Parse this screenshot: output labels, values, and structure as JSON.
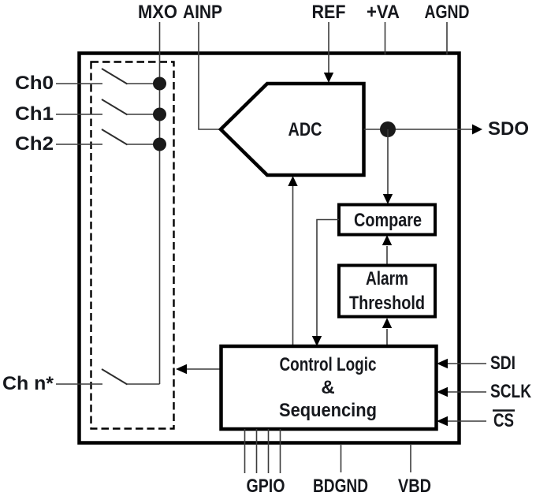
{
  "diagram_type": "adc-functional-block-diagram",
  "colors": {
    "background": "#ffffff",
    "line": "#3c3c3c",
    "block_border": "#000000",
    "text": "#16181d"
  },
  "pins": {
    "mxo": "MXO",
    "ainp": "AINP",
    "ref": "REF",
    "va": "+VA",
    "agnd": "AGND",
    "ch0": "Ch0",
    "ch1": "Ch1",
    "ch2": "Ch2",
    "chn": "Ch n*",
    "sdo": "SDO",
    "sdi": "SDI",
    "sclk": "SCLK",
    "cs": "CS",
    "gpio": "GPIO",
    "bdgnd": "BDGND",
    "vbd": "VBD"
  },
  "blocks": {
    "adc": "ADC",
    "compare": "Compare",
    "alarm_line1": "Alarm",
    "alarm_line2": "Threshold",
    "control_line1": "Control Logic",
    "control_line2": "&",
    "control_line3": "Sequencing"
  }
}
